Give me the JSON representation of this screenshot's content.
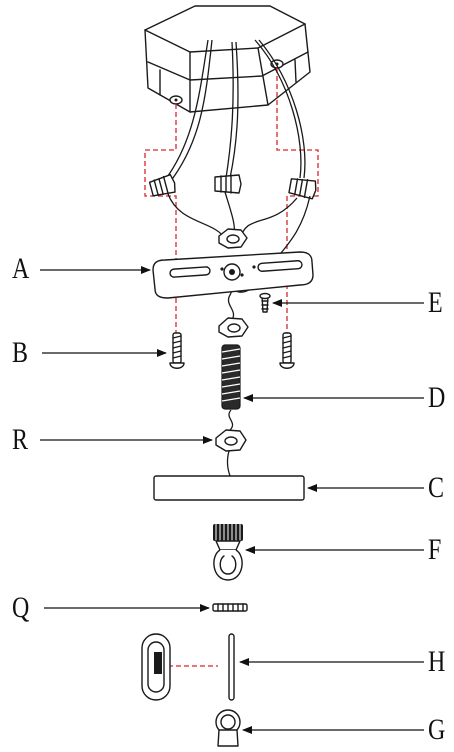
{
  "labels": {
    "A": "A",
    "B": "B",
    "C": "C",
    "D": "D",
    "E": "E",
    "F": "F",
    "G": "G",
    "H": "H",
    "Q": "Q",
    "R": "R"
  },
  "colors": {
    "line": "#1a1a1a",
    "guide": "#d9262c",
    "background": "#ffffff"
  }
}
